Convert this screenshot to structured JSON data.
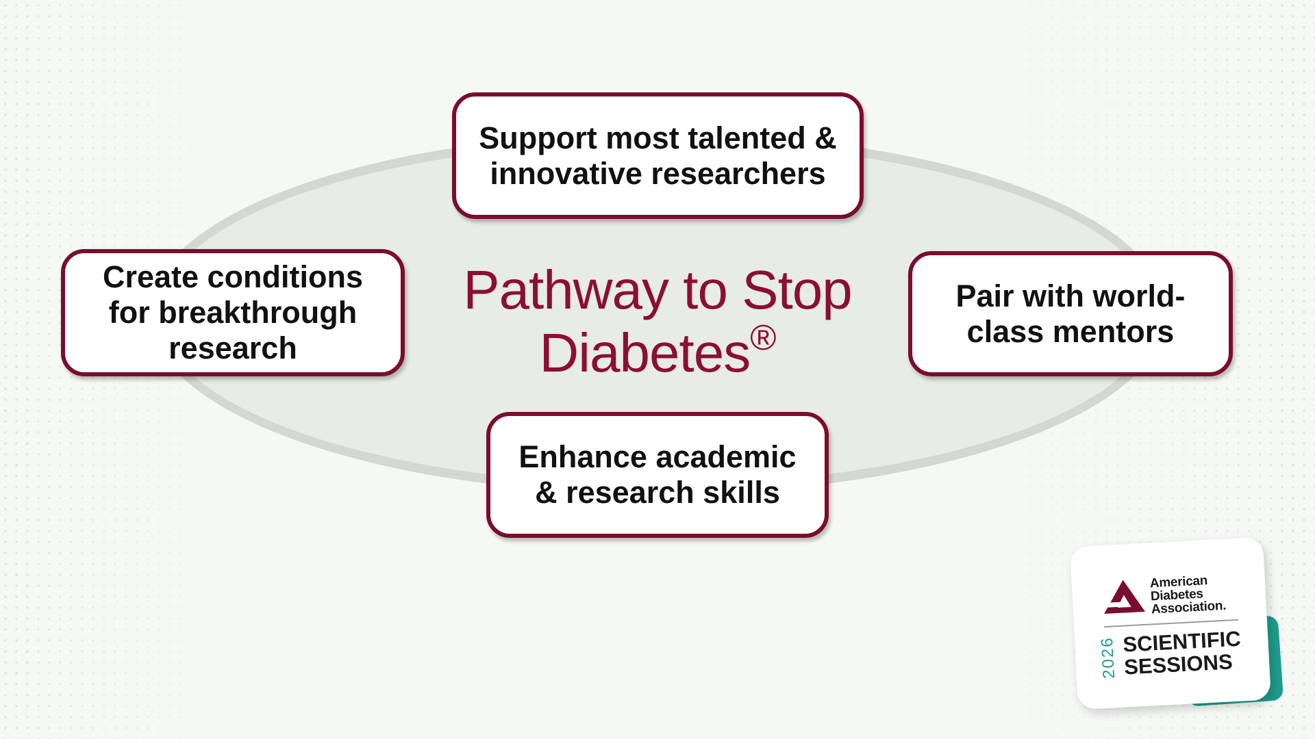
{
  "diagram": {
    "center_title": "Pathway to Stop\nDiabetes",
    "registered_mark": "®",
    "nodes": {
      "top": "Support most talented &\ninnovative researchers",
      "left": "Create conditions\nfor breakthrough\nresearch",
      "right": "Pair with world-\nclass mentors",
      "bottom": "Enhance academic\n& research skills"
    }
  },
  "logo": {
    "org_line1": "American",
    "org_line2": "Diabetes",
    "org_line3": "Association.",
    "year": "2026",
    "event_line1": "SCIENTIFIC",
    "event_line2": "SESSIONS"
  },
  "colors": {
    "accent": "#7a0d2e",
    "title": "#8b0f35",
    "ellipse": "#d4d8d1",
    "teal": "#1e9c8c",
    "background": "#f5f8f4"
  }
}
